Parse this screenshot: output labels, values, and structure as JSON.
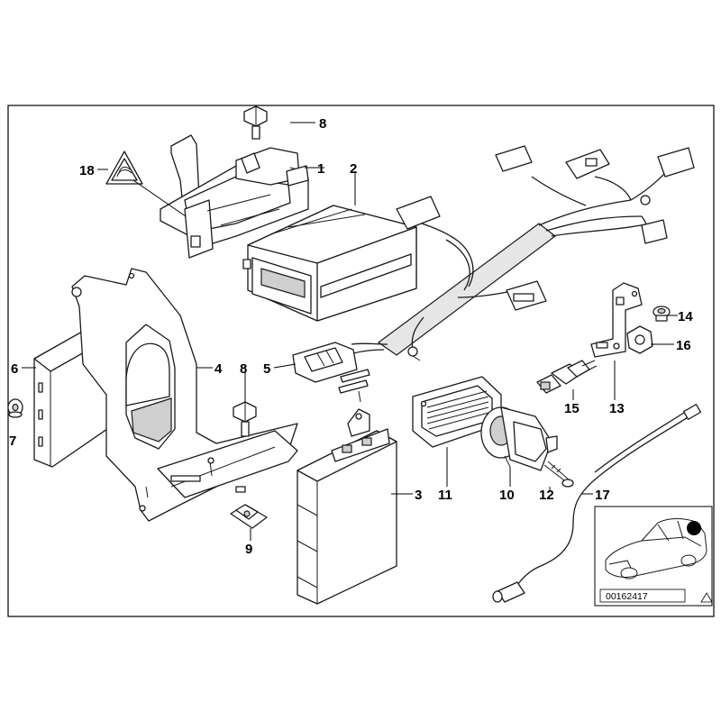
{
  "diagram": {
    "reference_number": "00162417",
    "callouts": {
      "c1": "1",
      "c2": "2",
      "c3": "3",
      "c4": "4",
      "c5": "5",
      "c6": "6",
      "c7": "7",
      "c8a": "8",
      "c8b": "8",
      "c9": "9",
      "c10": "10",
      "c11": "11",
      "c12": "12",
      "c13": "13",
      "c14": "14",
      "c15": "15",
      "c16": "16",
      "c17": "17",
      "c18": "18"
    }
  }
}
